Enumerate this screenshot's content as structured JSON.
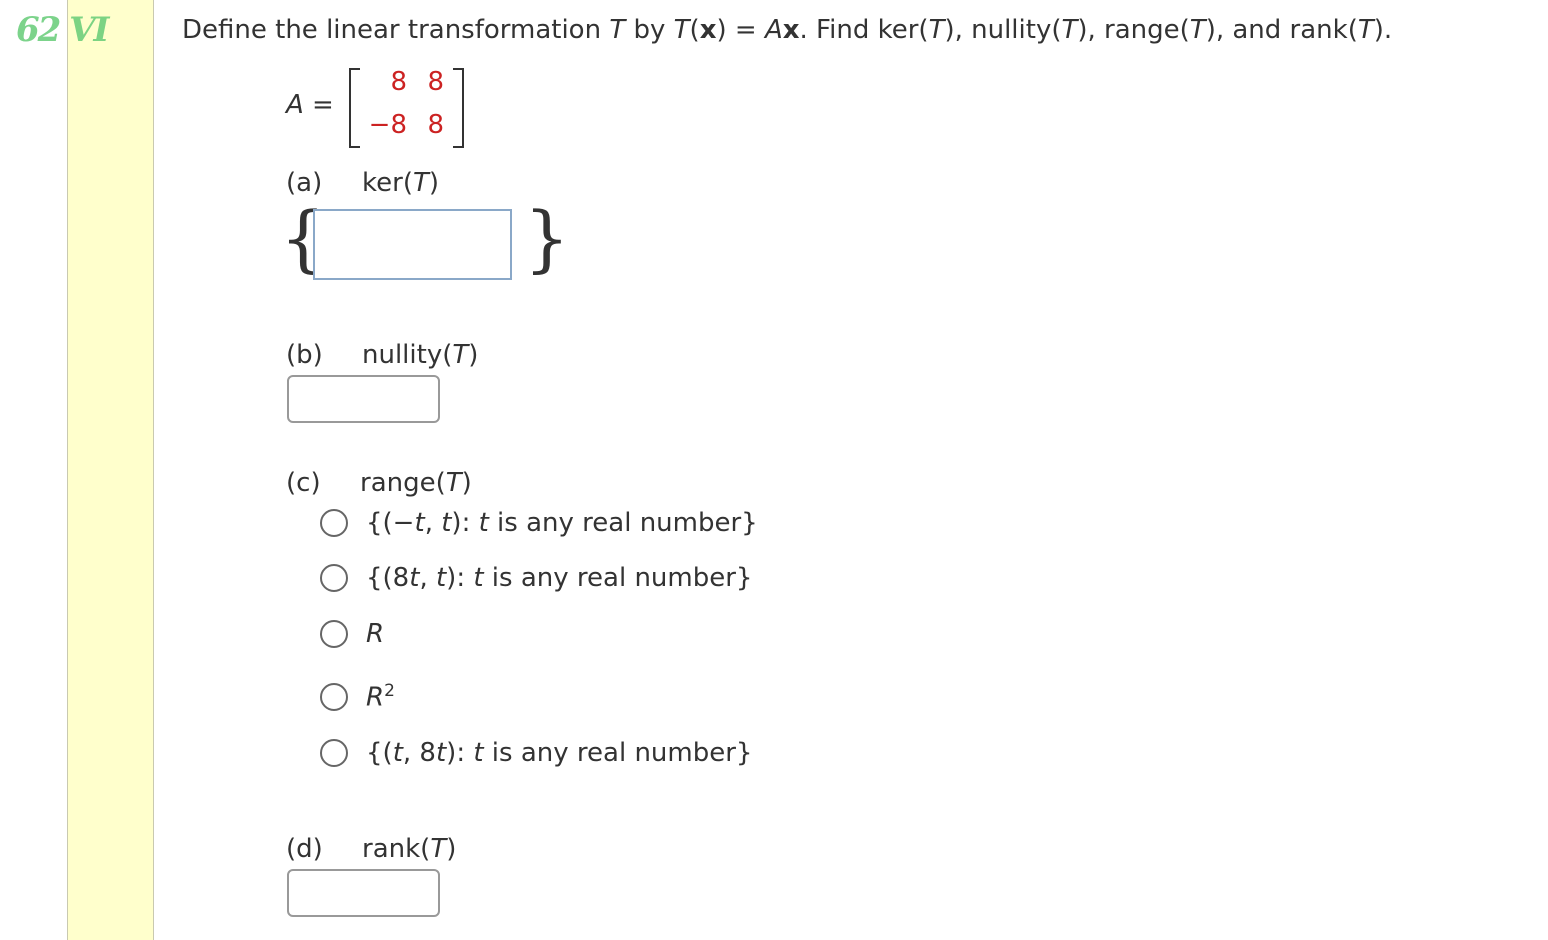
{
  "margin_note": "62 VI",
  "question": {
    "p1": "Define the linear transformation ",
    "T1": "T",
    "p2": " by ",
    "T2": "T",
    "p3": "(",
    "x1": "x",
    "p4": ") = ",
    "A1": "A",
    "x2": "x",
    "p5": ". Find ker(",
    "T3": "T",
    "p6": "), nullity(",
    "T4": "T",
    "p7": "), range(",
    "T5": "T",
    "p8": "), and rank(",
    "T6": "T",
    "p9": ")."
  },
  "matrix": {
    "label_var": "A",
    "label_eq": " =",
    "rows": [
      [
        "8",
        "8"
      ],
      [
        "−8",
        "8"
      ]
    ]
  },
  "parts": {
    "a": {
      "label": "(a)",
      "fn": "ker(",
      "var": "T",
      "close": ")",
      "value": "",
      "open_brace": "{",
      "close_brace": "}"
    },
    "b": {
      "label": "(b)",
      "fn": "nullity(",
      "var": "T",
      "close": ")",
      "value": ""
    },
    "c": {
      "label": "(c)",
      "fn": "range(",
      "var": "T",
      "close": ")",
      "options": [
        {
          "pre": "{(−",
          "v1": "t",
          "mid": ", ",
          "v2": "t",
          "post": "): ",
          "v3": "t",
          "tail": " is any real number}"
        },
        {
          "pre": "{(8",
          "v1": "t",
          "mid": ", ",
          "v2": "t",
          "post": "): ",
          "v3": "t",
          "tail": " is any real number}"
        },
        {
          "sym": "R"
        },
        {
          "sym": "R",
          "sup": "2"
        },
        {
          "pre": "{(",
          "v1": "t",
          "mid": ", 8",
          "v2": "t",
          "post": "): ",
          "v3": "t",
          "tail": " is any real number}"
        }
      ]
    },
    "d": {
      "label": "(d)",
      "fn": "rank(",
      "var": "T",
      "close": ")",
      "value": ""
    }
  }
}
